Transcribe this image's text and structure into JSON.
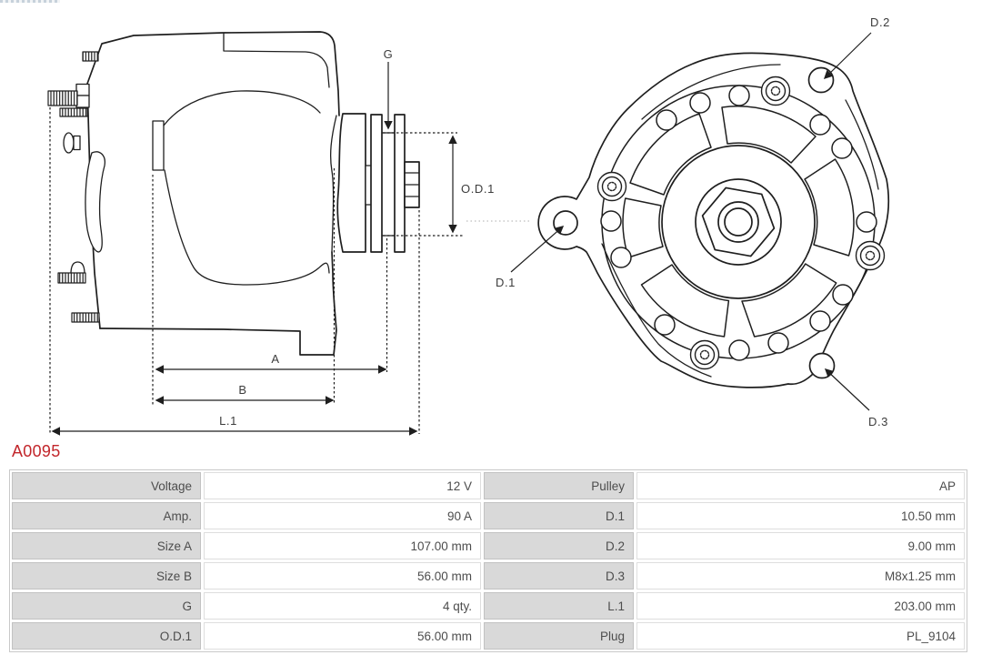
{
  "part_number": "A0095",
  "colors": {
    "accent_red": "#c2262b",
    "line": "#1f1f1f",
    "table_label_bg": "#d9d9d9",
    "table_border": "#c9c9c9",
    "text": "#4d4d4d"
  },
  "diagram": {
    "side_view_labels": {
      "g": "G",
      "od1": "O.D.1",
      "a": "A",
      "b": "B",
      "l1": "L.1"
    },
    "front_view_labels": {
      "d1": "D.1",
      "d2": "D.2",
      "d3": "D.3"
    }
  },
  "table": {
    "rows": [
      {
        "label_left": "Voltage",
        "value_left": "12 V",
        "label_right": "Pulley",
        "value_right": "AP"
      },
      {
        "label_left": "Amp.",
        "value_left": "90 A",
        "label_right": "D.1",
        "value_right": "10.50 mm"
      },
      {
        "label_left": "Size A",
        "value_left": "107.00 mm",
        "label_right": "D.2",
        "value_right": "9.00 mm"
      },
      {
        "label_left": "Size B",
        "value_left": "56.00 mm",
        "label_right": "D.3",
        "value_right": "M8x1.25 mm"
      },
      {
        "label_left": "G",
        "value_left": "4 qty.",
        "label_right": "L.1",
        "value_right": "203.00 mm"
      },
      {
        "label_left": "O.D.1",
        "value_left": "56.00 mm",
        "label_right": "Plug",
        "value_right": "PL_9104"
      }
    ]
  }
}
